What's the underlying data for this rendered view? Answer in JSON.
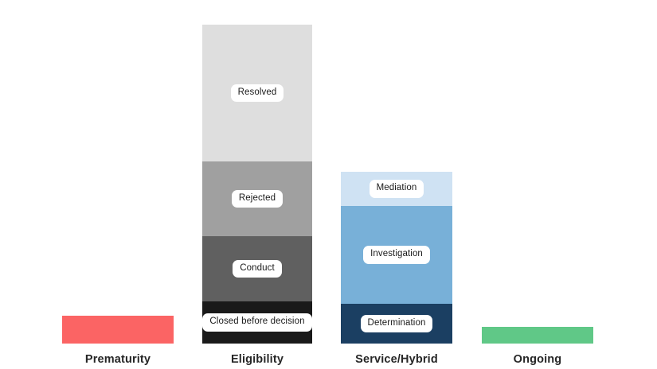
{
  "chart_data": {
    "type": "bar",
    "subtype": "stacked-bar",
    "title": "",
    "xlabel": "",
    "ylabel": "",
    "grid": false,
    "legend": "none",
    "axis_visible": false,
    "value_unit": "pixels (relative segment height)",
    "categories": [
      "Prematurity",
      "Eligibility",
      "Service/Hybrid",
      "Ongoing"
    ],
    "series": [
      {
        "name": "Prematurity",
        "color": "#FB6464",
        "total": 35,
        "segments": [
          {
            "label": "",
            "value": 35,
            "color": "#FB6464"
          }
        ]
      },
      {
        "name": "Eligibility",
        "color": "#DEDEDE",
        "total": 401,
        "segments": [
          {
            "label": "Resolved",
            "value": 172,
            "color": "#DEDEDE"
          },
          {
            "label": "Rejected",
            "value": 94,
            "color": "#A0A0A0"
          },
          {
            "label": "Conduct",
            "value": 82,
            "color": "#606060"
          },
          {
            "label": "Closed before decision",
            "value": 53,
            "color": "#1A1A1A"
          }
        ]
      },
      {
        "name": "Service/Hybrid",
        "color": "#78B0D8",
        "total": 216,
        "segments": [
          {
            "label": "Mediation",
            "value": 43,
            "color": "#CFE2F3"
          },
          {
            "label": "Investigation",
            "value": 123,
            "color": "#78B0D8"
          },
          {
            "label": "Determination",
            "value": 50,
            "color": "#1B3F62"
          }
        ]
      },
      {
        "name": "Ongoing",
        "color": "#60C887",
        "total": 21,
        "segments": [
          {
            "label": "",
            "value": 21,
            "color": "#60C887"
          }
        ]
      }
    ]
  },
  "axis": {
    "categories": [
      {
        "label": "Prematurity"
      },
      {
        "label": "Eligibility"
      },
      {
        "label": "Service/Hybrid"
      },
      {
        "label": "Ongoing"
      }
    ]
  },
  "colors": {
    "background": "#FFFFFF",
    "prematurity": "#FB6464",
    "ongoing": "#60C887",
    "resolved": "#DEDEDE",
    "rejected": "#A0A0A0",
    "conduct": "#606060",
    "closed_before_decision": "#1A1A1A",
    "mediation": "#CFE2F3",
    "investigation": "#78B0D8",
    "determination": "#1B3F62",
    "label_chip_background": "#FFFFFF",
    "label_text": "#1A1A1A",
    "category_text": "#262626"
  }
}
